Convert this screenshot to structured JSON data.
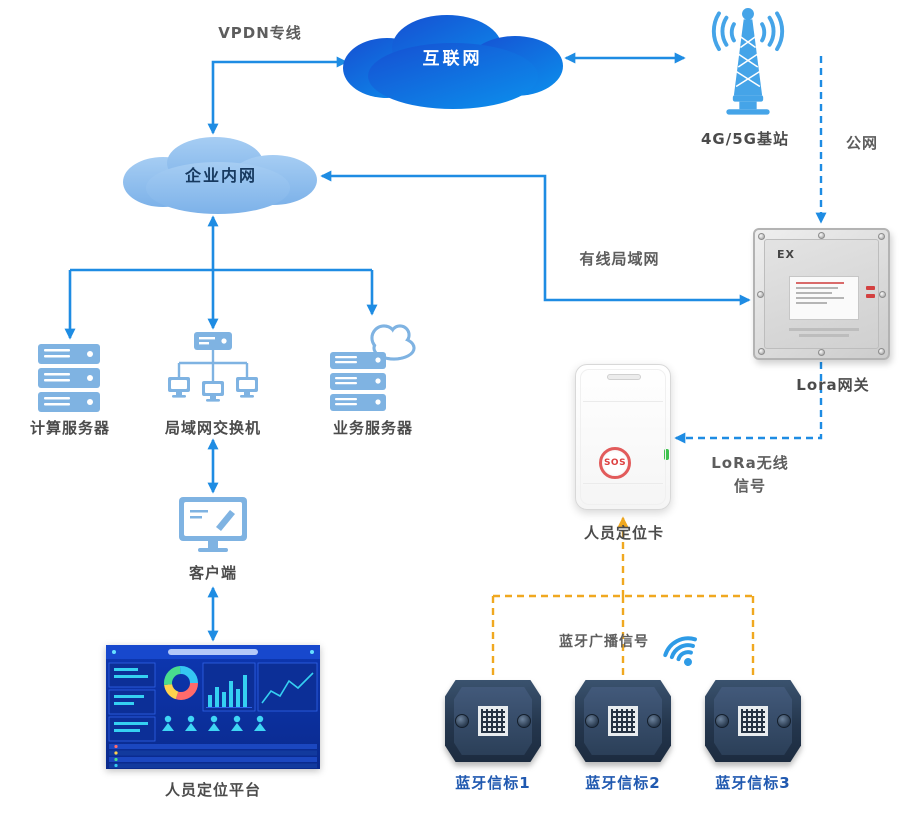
{
  "labels": {
    "vpdn": "VPDN专线",
    "internet": "互联网",
    "base_station": "4G/5G基站",
    "public_net": "公网",
    "intranet": "企业内网",
    "wired_lan": "有线局域网",
    "compute_server": "计算服务器",
    "lan_switch": "局域网交换机",
    "business_server": "业务服务器",
    "client": "客户端",
    "platform": "人员定位平台",
    "lora_gateway": "Lora网关",
    "lora_signal": "LoRa无线\n信号",
    "positioning_card": "人员定位卡",
    "bt_broadcast": "蓝牙广播信号"
  },
  "devices": {
    "gateway_marking": "EX",
    "card_sos_label": "SOS"
  },
  "beacons": [
    {
      "label": "蓝牙信标1"
    },
    {
      "label": "蓝牙信标2"
    },
    {
      "label": "蓝牙信标3"
    }
  ],
  "colors": {
    "solid_arrow_blue": "#1E8CE3",
    "dashed_arrow_blue": "#1E8CE3",
    "bluetooth_signal_yellow": "#F0A820",
    "internet_cloud_blue": "#1358D0",
    "intranet_cloud_blue": "#8FC2EF",
    "device_icon_blue": "#7FB3E2",
    "beacon_label_blue": "#2059B0",
    "label_gray": "#4B4B4B"
  }
}
